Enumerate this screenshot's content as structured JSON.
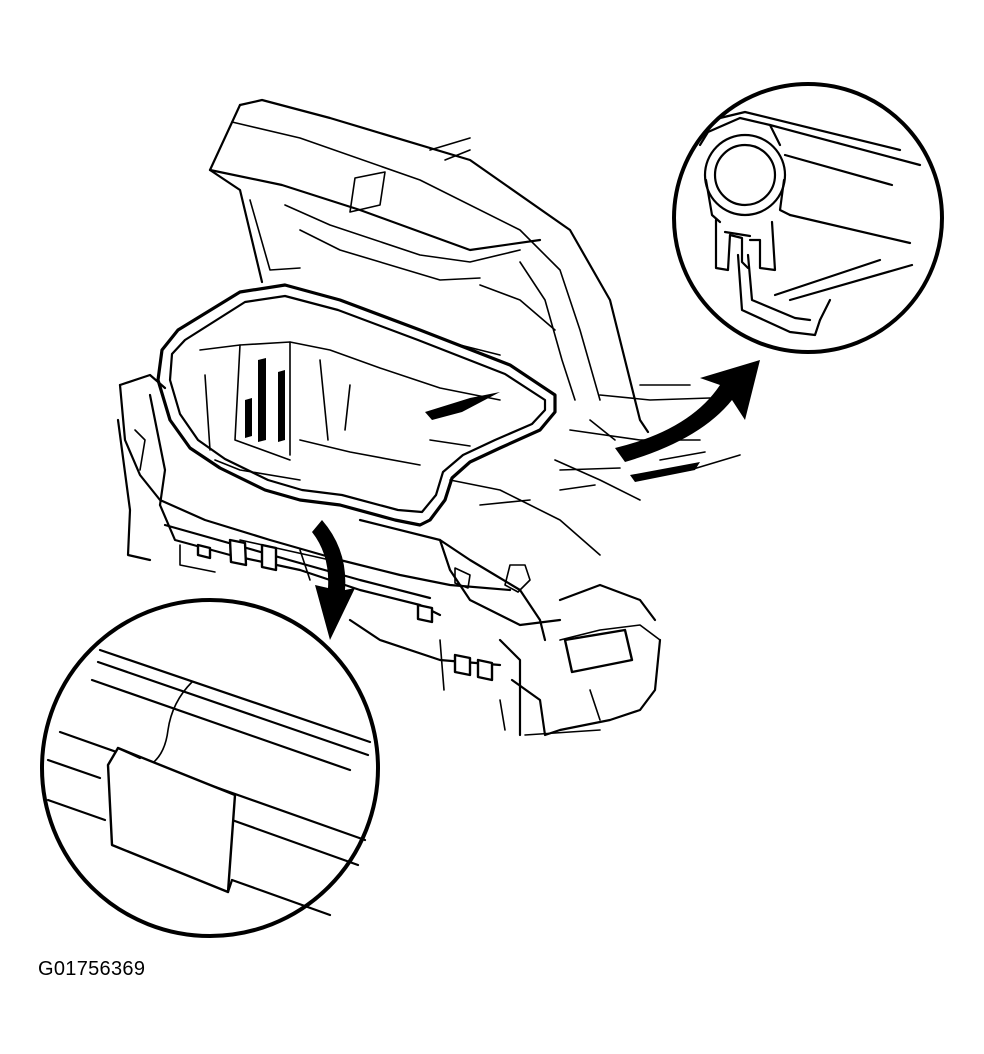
{
  "figure_id": "G01756369",
  "callouts": [
    {
      "name": "weatherstrip-cross-section-detail"
    },
    {
      "name": "weatherstrip-joint-detail"
    }
  ]
}
